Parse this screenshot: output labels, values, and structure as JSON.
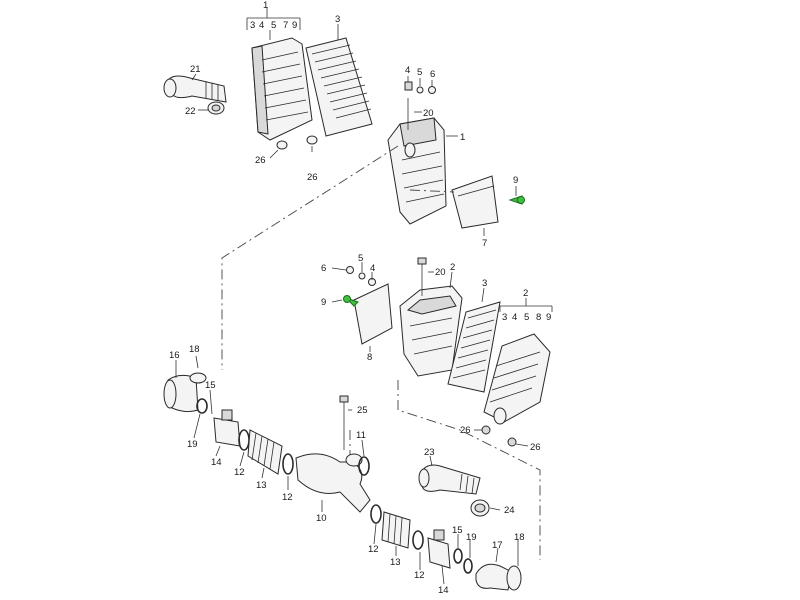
{
  "diagram_title": "",
  "callouts": {
    "c1_top": "1",
    "c1_top_sub": [
      "3",
      "4",
      "5",
      "7",
      "9"
    ],
    "c3_top": "3",
    "c21": "21",
    "c22": "22",
    "c26_a": "26",
    "c26_b": "26",
    "c4_top": "4",
    "c5_top": "5",
    "c6_top": "6",
    "c20_top": "20",
    "c1_mid": "1",
    "c9_top": "9",
    "c7": "7",
    "c6_mid": "6",
    "c5_mid": "5",
    "c4_mid": "4",
    "c20_mid": "20",
    "c2_mid": "2",
    "c3_mid": "3",
    "c2_right": "2",
    "c2_right_sub": [
      "3",
      "4",
      "5",
      "8",
      "9"
    ],
    "c9_mid": "9",
    "c8": "8",
    "c16": "16",
    "c18_left": "18",
    "c15_left": "15",
    "c19_left": "19",
    "c14_left": "14",
    "c12_a": "12",
    "c13_left": "13",
    "c12_b": "12",
    "c10": "10",
    "c25": "25",
    "c11": "11",
    "c26_c": "26",
    "c26_d": "26",
    "c23": "23",
    "c24": "24",
    "c12_c": "12",
    "c13_right": "13",
    "c12_d": "12",
    "c15_right": "15",
    "c19_right": "19",
    "c17": "17",
    "c18_right": "18",
    "c14_right": "14"
  },
  "colors": {
    "line": "#2a2a2a",
    "fill": "#f4f4f4",
    "screw_highlight": "#3fbf3f"
  }
}
